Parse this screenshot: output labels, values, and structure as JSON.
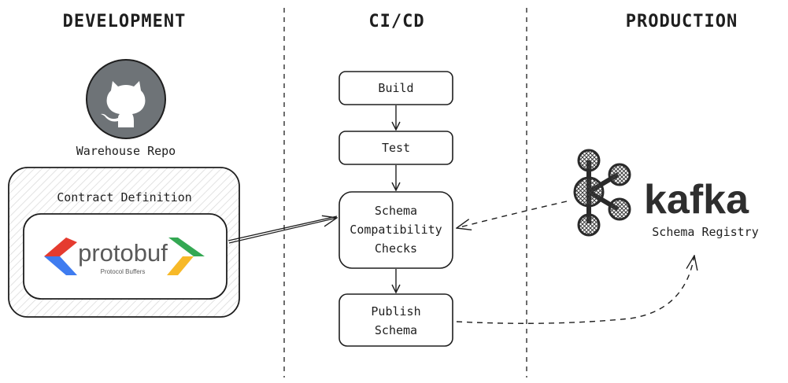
{
  "columns": {
    "development": "DEVELOPMENT",
    "cicd": "CI/CD",
    "production": "PRODUCTION"
  },
  "repo": {
    "label": "Warehouse Repo",
    "icon": "github-icon"
  },
  "contract": {
    "title": "Contract Definition",
    "logo_text": "protobuf",
    "logo_subtext": "Protocol Buffers"
  },
  "pipeline": {
    "build": "Build",
    "test": "Test",
    "schema_checks": [
      "Schema",
      "Compatibility",
      "Checks"
    ],
    "publish": [
      "Publish",
      "Schema"
    ]
  },
  "kafka": {
    "logo_text": "kafka",
    "label": "Schema Registry",
    "icon": "kafka-logo-icon"
  },
  "colors": {
    "stroke": "#1e1e1e",
    "hatch": "#d9d9d9",
    "github_fill": "#6e7377",
    "proto_red": "#e53b2f",
    "proto_blue": "#3f7cf0",
    "proto_green": "#34a853",
    "proto_yellow": "#f7b928"
  }
}
